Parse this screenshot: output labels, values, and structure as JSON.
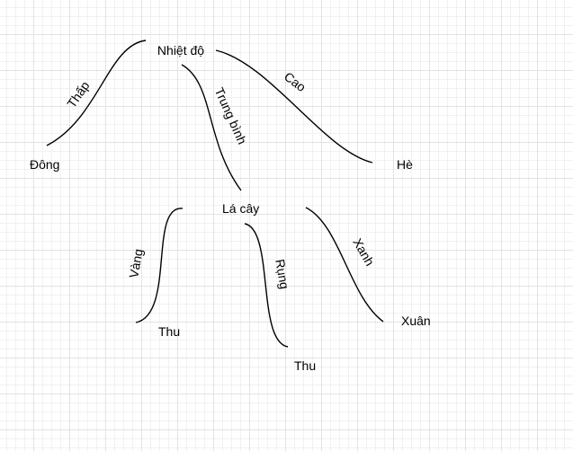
{
  "nodes": {
    "root": "Nhiệt độ",
    "dong": "Đông",
    "he": "Hè",
    "la_cay": "Lá cây",
    "thu_left": "Thu",
    "thu_mid": "Thu",
    "xuan": "Xuân"
  },
  "edges": {
    "thap": "Thấp",
    "cao": "Cao",
    "trung_binh": "Trung bình",
    "vang": "Vàng",
    "rung": "Rụng",
    "xanh": "Xanh"
  },
  "colors": {
    "line": "#000000",
    "grid": "#e3e3e3",
    "background": "#ffffff"
  }
}
